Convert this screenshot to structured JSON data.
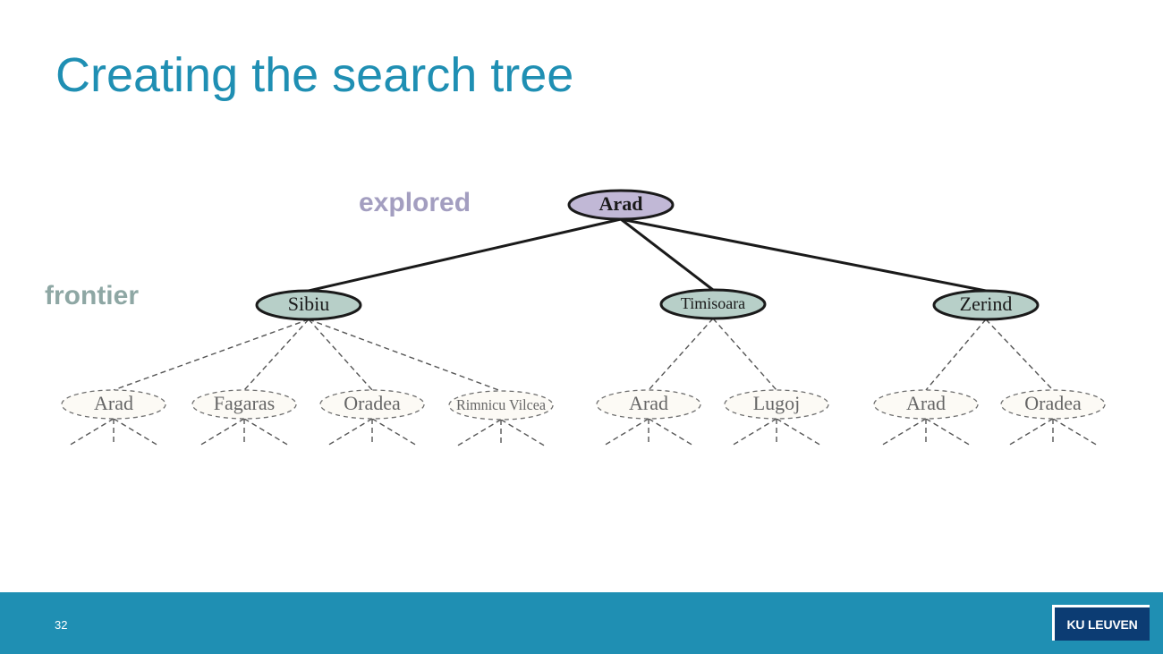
{
  "slide": {
    "title": "Creating the search tree",
    "page_number": "32"
  },
  "labels": {
    "explored": "explored",
    "frontier": "frontier"
  },
  "logo": {
    "text": "KU LEUVEN"
  },
  "tree": {
    "root": {
      "label": "Arad",
      "state": "explored"
    },
    "frontier": [
      {
        "label": "Sibiu",
        "state": "frontier",
        "children": [
          "Arad",
          "Fagaras",
          "Oradea",
          "Rimnicu Vilcea"
        ]
      },
      {
        "label": "Timisoara",
        "state": "frontier",
        "children": [
          "Arad",
          "Lugoj"
        ]
      },
      {
        "label": "Zerind",
        "state": "frontier",
        "children": [
          "Arad",
          "Oradea"
        ]
      }
    ]
  },
  "colors": {
    "title": "#1f8fb3",
    "explored_fill": "#c1b8d6",
    "frontier_fill": "#b7cfc8",
    "unexpanded_fill": "#fcfaf5",
    "explored_label": "#a39ec0",
    "frontier_label": "#8ea7a4",
    "footer": "#1f8fb3",
    "logo_bg": "#0c3c73"
  }
}
